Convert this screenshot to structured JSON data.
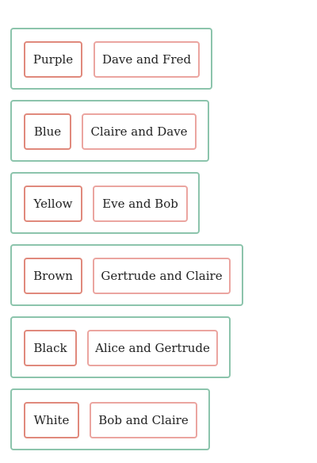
{
  "groups": [
    {
      "color": "Purple",
      "pair": "Dave and Fred"
    },
    {
      "color": "Blue",
      "pair": "Claire and Dave"
    },
    {
      "color": "Yellow",
      "pair": "Eve and Bob"
    },
    {
      "color": "Brown",
      "pair": "Gertrude and Claire"
    },
    {
      "color": "Black",
      "pair": "Alice and Gertrude"
    },
    {
      "color": "White",
      "pair": "Bob and Claire"
    }
  ],
  "palette": {
    "group_border": "#8cc4ac",
    "color_chip_border": "#e0897c",
    "pair_chip_border": "#eba5a0"
  }
}
